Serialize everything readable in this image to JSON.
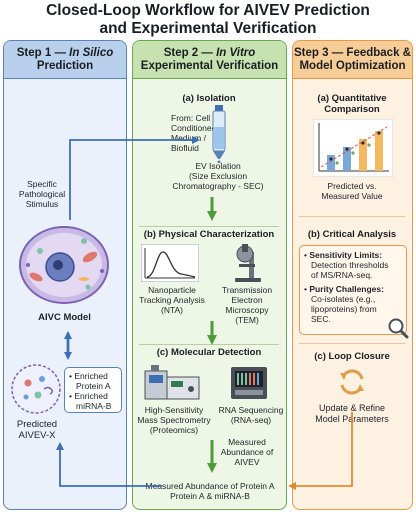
{
  "title": {
    "line1": "Closed-Loop Workflow for AIVEV Prediction",
    "line2": "and Experimental Verification"
  },
  "step1": {
    "heading_prefix": "Step 1 — ",
    "heading_italic": "In Silico",
    "heading_line2": "Prediction",
    "stimulus": [
      "Specific",
      "Pathological",
      "Stimulus"
    ],
    "model_label": "AIVC Model",
    "bullets": [
      "Enriched",
      "Protein A",
      "Enriched",
      "miRNA-B"
    ],
    "predicted": [
      "Predicted",
      "AIVEV-X"
    ]
  },
  "step2": {
    "heading_prefix": "Step 2 — ",
    "heading_italic": "In Vitro",
    "heading_line2": "Experimental Verification",
    "isolation": {
      "title": "(a) Isolation",
      "from": [
        "From: Cell",
        "Conditioned",
        "Medium /",
        "Biofluid"
      ],
      "method": [
        "EV Isolation",
        "(Size Exclusion",
        "Chromatography - SEC)"
      ]
    },
    "physical": {
      "title": "(b) Physical Characterization",
      "nta": [
        "Nanoparticle",
        "Tracking Analysis",
        "(NTA)"
      ],
      "tem": [
        "Transmission",
        "Electron",
        "Microscopy",
        "(TEM)"
      ]
    },
    "molecular": {
      "title": "(c) Molecular Detection",
      "ms": [
        "High-Sensitivity",
        "Mass Spectrometry",
        "(Proteomics)"
      ],
      "rna": [
        "RNA Sequencing",
        "(RNA-seq)"
      ],
      "measured": [
        "Measured",
        "Abundance of",
        "AIVEV"
      ]
    },
    "output": [
      "Measured Abundance of Protein A",
      "Protein A & miRNA-B"
    ]
  },
  "step3": {
    "heading": [
      "Step 3 — Feedback &",
      "Model Optimization"
    ],
    "quant": {
      "title": [
        "(a) Quantitative",
        "Comparison"
      ],
      "caption": [
        "Predicted vs.",
        "Measured Value"
      ]
    },
    "critical": {
      "title": "(b) Critical Analysis",
      "sens_label": "Sensitivity Limits:",
      "sens_text": [
        "Detection thresholds",
        "of MS/RNA-seq."
      ],
      "purity_label": "Purity Challenges:",
      "purity_text": [
        "Co-isolates (e.g.,",
        "lipoproteins) from",
        "SEC."
      ]
    },
    "loop": {
      "title": "(c) Loop Closure",
      "text": [
        "Update & Refine",
        "Model Parameters"
      ]
    }
  },
  "colors": {
    "step1": "#5b82b8",
    "step2": "#6aa84f",
    "step3": "#e39a4a"
  }
}
